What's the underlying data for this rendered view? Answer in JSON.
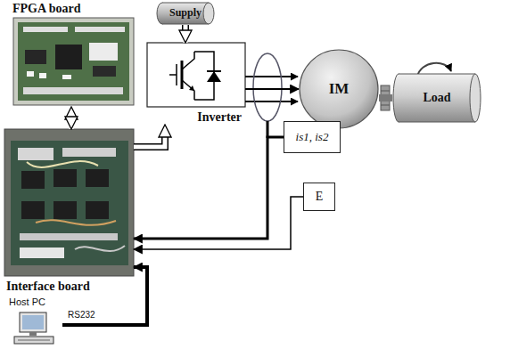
{
  "diagram": {
    "nodes": [
      {
        "text": [
          "FPGA board"
        ]
      },
      {
        "text": [
          "Supply"
        ]
      },
      {
        "text": [
          "Inverter"
        ]
      },
      {
        "text": [
          "IM"
        ]
      },
      {
        "text": [
          "Load"
        ]
      },
      {
        "text": [
          "Interface board"
        ]
      },
      {
        "text": [
          "is1, is2"
        ]
      },
      {
        "text": [
          "E"
        ]
      },
      {
        "text": [
          "Host PC"
        ]
      }
    ],
    "edges": [
      {
        "from": 0,
        "to": 5,
        "arrow": "both"
      },
      {
        "from": 5,
        "to": 2,
        "arrow": "to"
      },
      {
        "from": 1,
        "to": 2,
        "arrow": "to"
      },
      {
        "from": 2,
        "to": 3,
        "arrow": "to"
      },
      {
        "from": 3,
        "to": 4,
        "arrow": "none"
      },
      {
        "from": 6,
        "to": 5,
        "arrow": "to"
      },
      {
        "from": 7,
        "to": 5,
        "arrow": "to"
      },
      {
        "from": 8,
        "to": 5,
        "arrow": "to"
      }
    ],
    "labels": [
      "RS232"
    ]
  }
}
